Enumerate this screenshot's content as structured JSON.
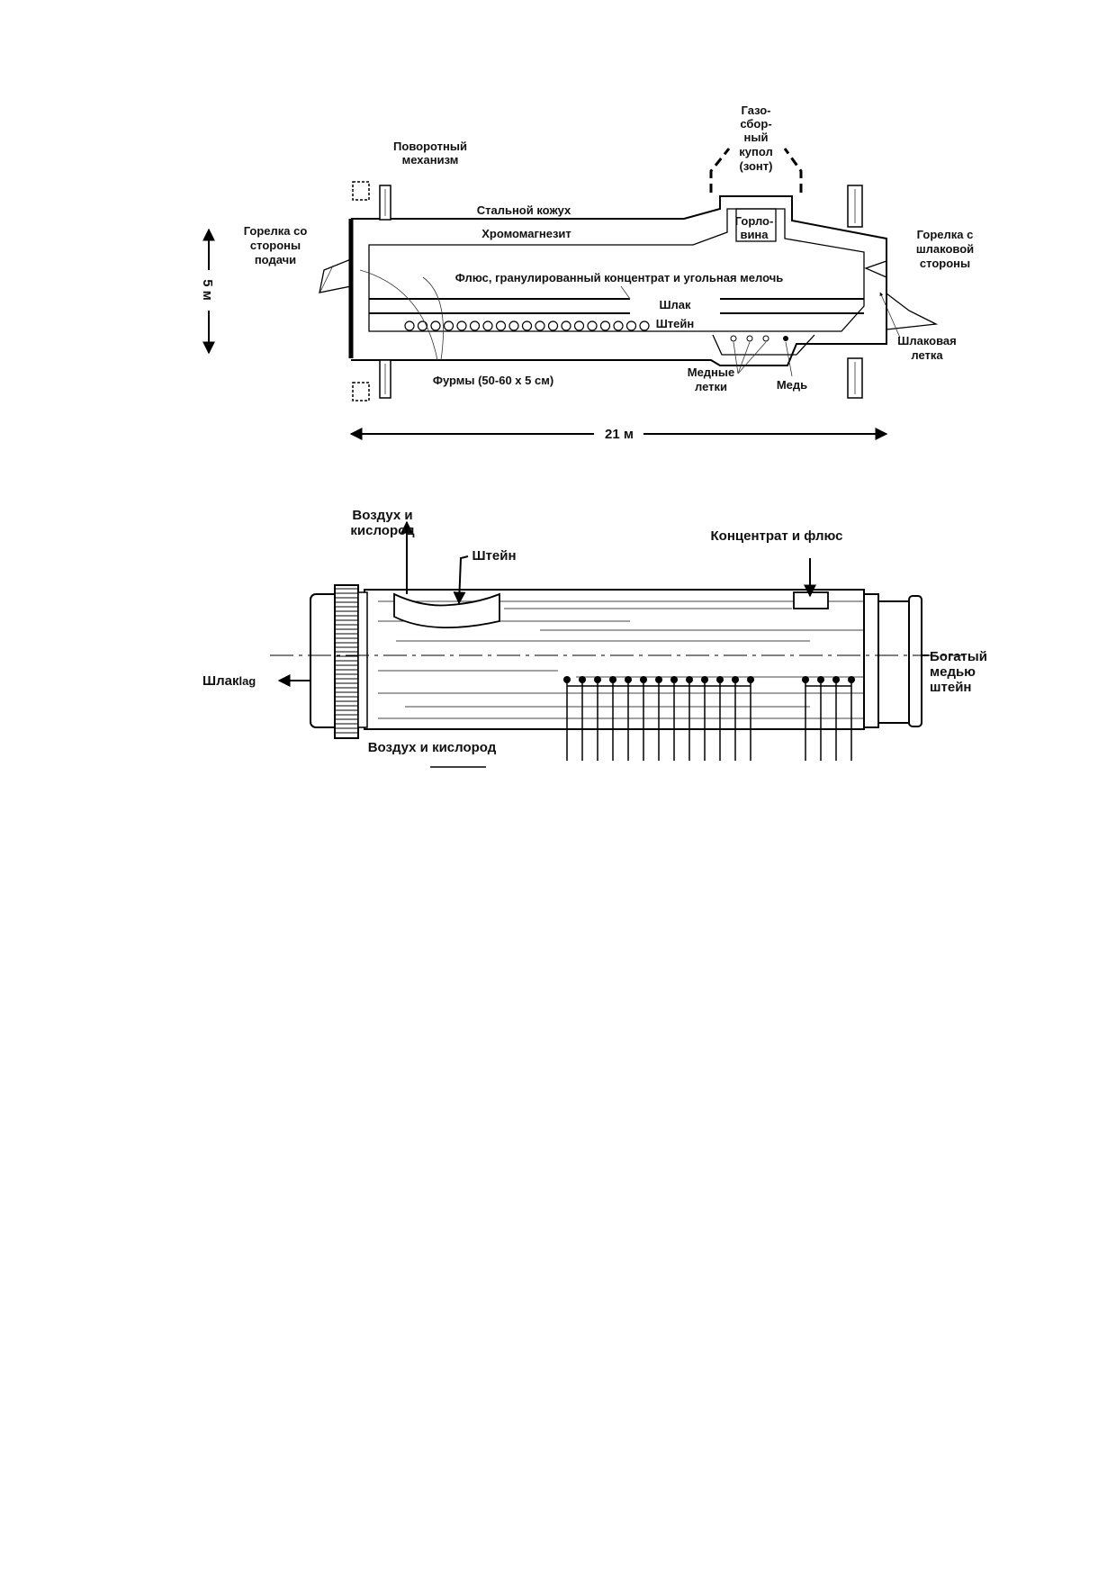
{
  "figure1": {
    "rotation_mechanism": [
      "Поворотный",
      "механизм"
    ],
    "gas_hood": [
      "Газо-",
      "сбор-",
      "ный",
      "купол",
      "(зонт)"
    ],
    "steel_shell": "Стальной кожух",
    "chrome_magnesite": "Хромомагнезит",
    "throat": [
      "Горло-",
      "вина"
    ],
    "burner_feed": [
      "Горелка со",
      "стороны",
      "подачи"
    ],
    "burner_slag": [
      "Горелка с",
      "шлаковой",
      "стороны"
    ],
    "charge": "Флюс, гранулированный концентрат и угольная мелочь",
    "slag": "Шлак",
    "matte": "Штейн",
    "slag_taphole": [
      "Шлаковая",
      "летка"
    ],
    "tuyeres": "Фурмы (50-60 х 5 см)",
    "copper_tapholes": [
      "Медные",
      "летки"
    ],
    "copper": "Медь",
    "height": "5 м",
    "length": "21 м"
  },
  "figure2": {
    "air_oxygen_top": [
      "Воздух и",
      "кислород"
    ],
    "matte": "Штейн",
    "concentrate_flux": "Концентрат и флюс",
    "slag": "Шлак",
    "slag_suffix": "lag",
    "rich_matte": [
      "Богатый",
      "медью",
      "штейн"
    ],
    "air_oxygen_bottom": "Воздух и кислород"
  }
}
